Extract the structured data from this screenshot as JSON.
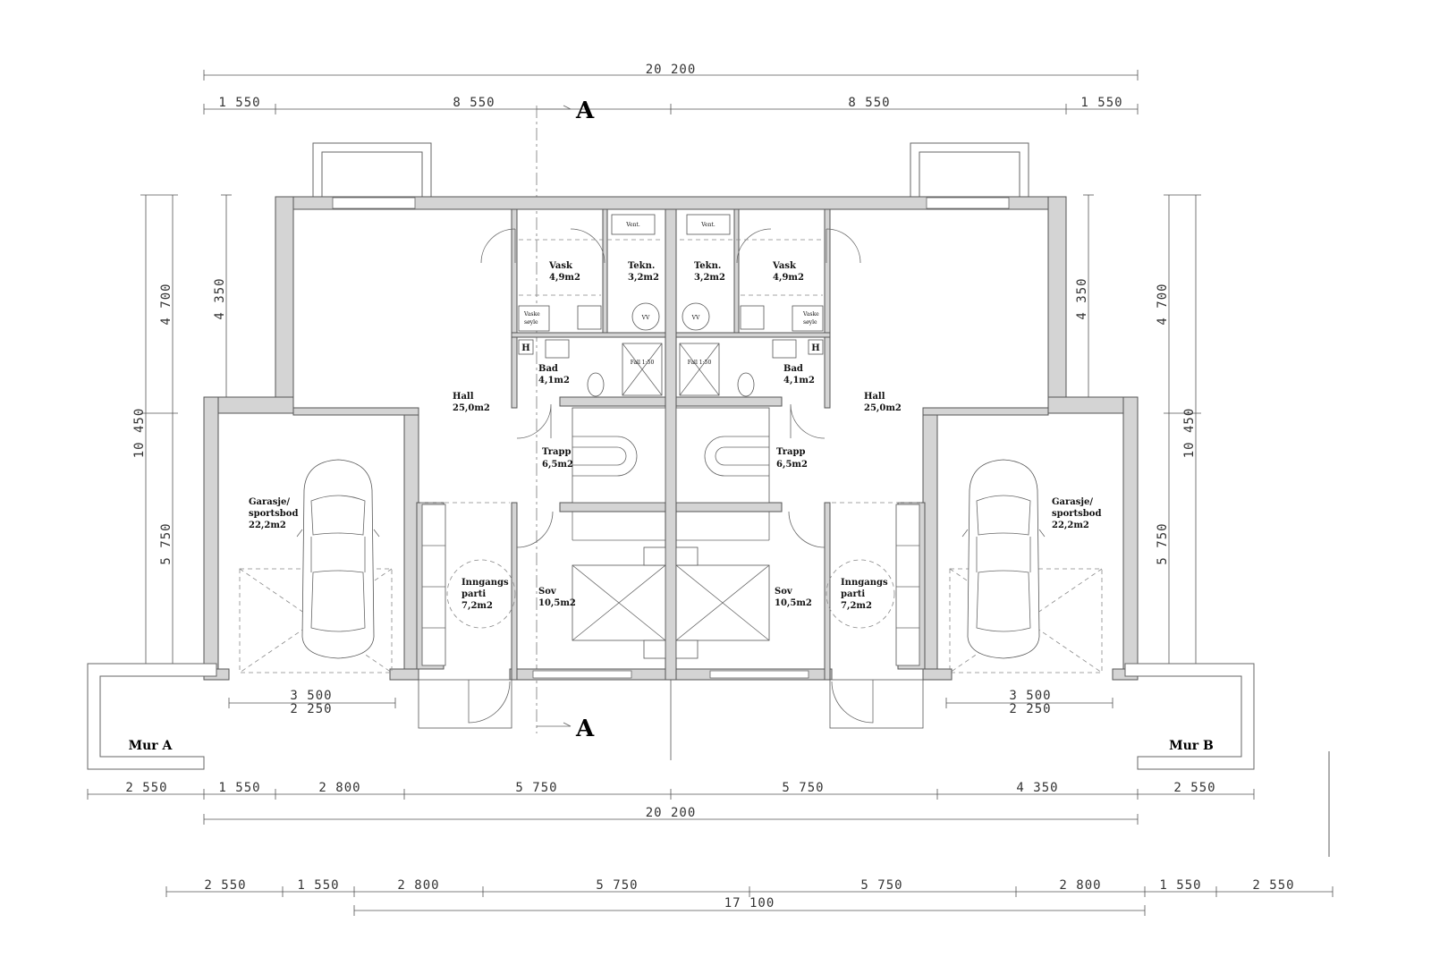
{
  "dimensions": {
    "top_total": "20 200",
    "top_parts": [
      "1 550",
      "8 550",
      "8 550",
      "1 550"
    ],
    "left_vertical": [
      "4 700",
      "4 350",
      "10 450",
      "5 750"
    ],
    "right_vertical": [
      "4 350",
      "4 700",
      "10 450",
      "5 750"
    ],
    "garage_left": [
      "3 500",
      "2 250"
    ],
    "garage_right": [
      "3 500",
      "2 250"
    ],
    "bottom_parts": [
      "2 550",
      "1 550",
      "2 800",
      "5 750",
      "5 750",
      "4 350",
      "2 550"
    ],
    "bottom_total": "20 200",
    "lower_parts": [
      "2 550",
      "1 550",
      "2 800",
      "5 750",
      "5 750",
      "2 800",
      "1 550",
      "2 550"
    ],
    "lower_total": "17 100"
  },
  "section_marks": [
    "A",
    "A"
  ],
  "wall_labels": [
    "Mur A",
    "Mur B"
  ],
  "rooms_left": {
    "vask": [
      "Vask",
      "4,9m2"
    ],
    "tekn": [
      "Tekn.",
      "3,2m2"
    ],
    "vent": "Vent.",
    "vaskesoyle": [
      "Vaske",
      "søyle"
    ],
    "vv": "VV",
    "h": "H",
    "bad": [
      "Bad",
      "4,1m2"
    ],
    "fall": "Fall 1:50",
    "hall": [
      "Hall",
      "25,0m2"
    ],
    "trapp": [
      "Trapp",
      "6,5m2"
    ],
    "garasje": [
      "Garasje/",
      "sportsbod",
      "22,2m2"
    ],
    "inngang": [
      "Inngangs",
      "parti",
      "7,2m2"
    ],
    "sov": [
      "Sov",
      "10,5m2"
    ]
  },
  "rooms_right": {
    "vask": [
      "Vask",
      "4,9m2"
    ],
    "tekn": [
      "Tekn.",
      "3,2m2"
    ],
    "vent": "Vent.",
    "vaskesoyle": [
      "Vaske",
      "søyle"
    ],
    "vv": "VV",
    "h": "H",
    "bad": [
      "Bad",
      "4,1m2"
    ],
    "fall": "Fall 1:50",
    "hall": [
      "Hall",
      "25,0m2"
    ],
    "trapp": [
      "Trapp",
      "6,5m2"
    ],
    "garasje": [
      "Garasje/",
      "sportsbod",
      "22,2m2"
    ],
    "inngang": [
      "Inngangs",
      "parti",
      "7,2m2"
    ],
    "sov": [
      "Sov",
      "10,5m2"
    ]
  }
}
